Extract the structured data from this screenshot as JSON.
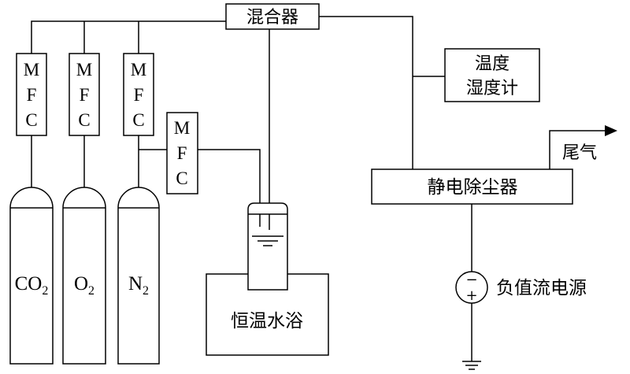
{
  "mixer": {
    "label": "混合器"
  },
  "sensor": {
    "label_line1": "温度",
    "label_line2": "湿度计"
  },
  "precipitator": {
    "label": "静电除尘器"
  },
  "exhaust": {
    "label": "尾气"
  },
  "water_bath": {
    "label": "恒温水浴"
  },
  "power_supply": {
    "label": "负值流电源",
    "minus_sign": "−",
    "plus_sign": "+"
  },
  "mfc": {
    "letters": [
      "M",
      "F",
      "C"
    ]
  },
  "cylinders": [
    {
      "name": "CO",
      "subscript": "2"
    },
    {
      "name": "O",
      "subscript": "2"
    },
    {
      "name": "N",
      "subscript": "2"
    }
  ]
}
